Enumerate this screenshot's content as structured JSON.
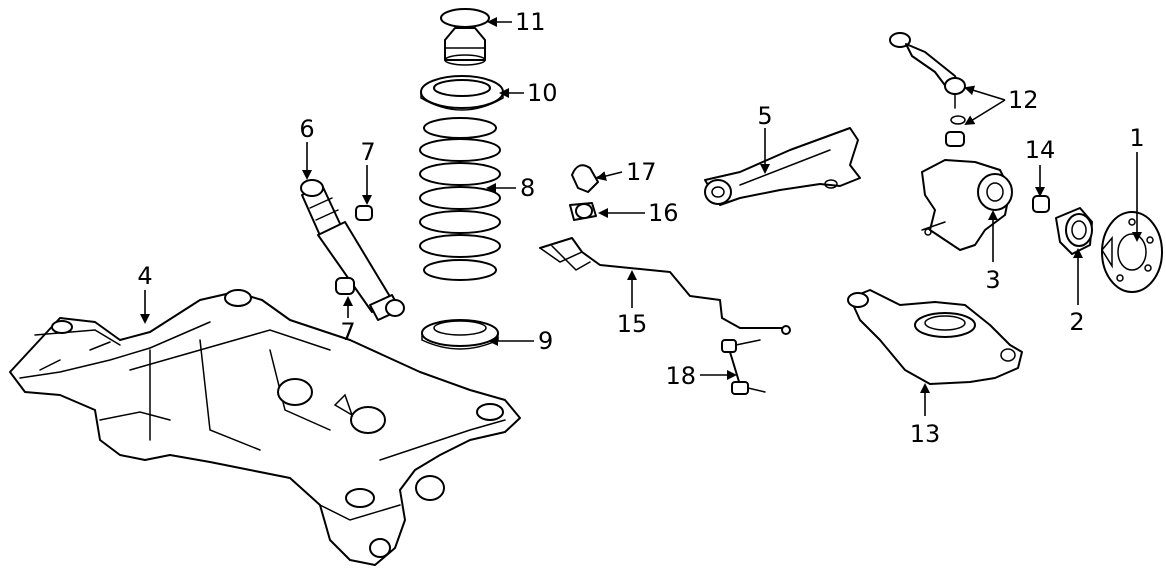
{
  "diagram": {
    "callouts": [
      {
        "id": "1",
        "text": "1"
      },
      {
        "id": "2",
        "text": "2"
      },
      {
        "id": "3",
        "text": "3"
      },
      {
        "id": "4",
        "text": "4"
      },
      {
        "id": "5",
        "text": "5"
      },
      {
        "id": "6",
        "text": "6"
      },
      {
        "id": "7a",
        "text": "7"
      },
      {
        "id": "7b",
        "text": "7"
      },
      {
        "id": "8",
        "text": "8"
      },
      {
        "id": "9",
        "text": "9"
      },
      {
        "id": "10",
        "text": "10"
      },
      {
        "id": "11",
        "text": "11"
      },
      {
        "id": "12",
        "text": "12"
      },
      {
        "id": "13",
        "text": "13"
      },
      {
        "id": "14",
        "text": "14"
      },
      {
        "id": "15",
        "text": "15"
      },
      {
        "id": "16",
        "text": "16"
      },
      {
        "id": "17",
        "text": "17"
      },
      {
        "id": "18",
        "text": "18"
      }
    ]
  }
}
